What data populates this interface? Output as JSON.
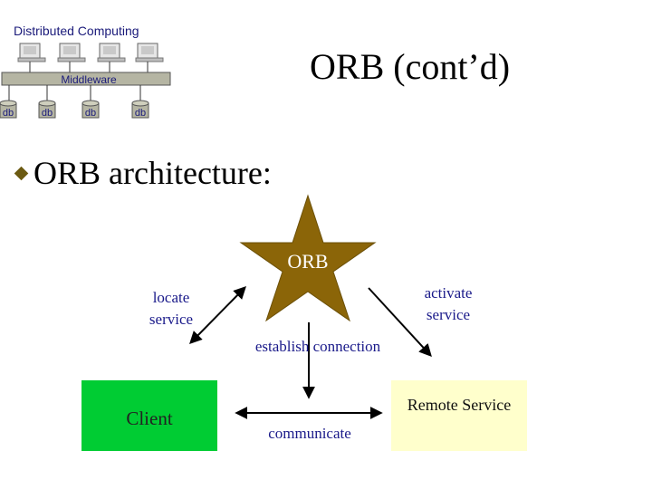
{
  "header": {
    "title": "Distributed Computing",
    "middleware_label": "Middleware",
    "db_labels": [
      "db",
      "db",
      "db",
      "db"
    ]
  },
  "slide": {
    "title": "ORB (cont’d)",
    "bullet": "ORB architecture:"
  },
  "diagram": {
    "orb_label": "ORB",
    "client_label": "Client",
    "remote_label": "Remote Service",
    "locate_label": [
      "locate",
      "service"
    ],
    "activate_label": [
      "activate",
      "service"
    ],
    "establish_label": "establish connection",
    "communicate_label": "communicate"
  },
  "colors": {
    "star": "#8b6508",
    "client_box": "#00cc33",
    "remote_box": "#ffffcc",
    "label_text": "#1a1a8a",
    "middleware_bar": "#b5b5a3"
  }
}
